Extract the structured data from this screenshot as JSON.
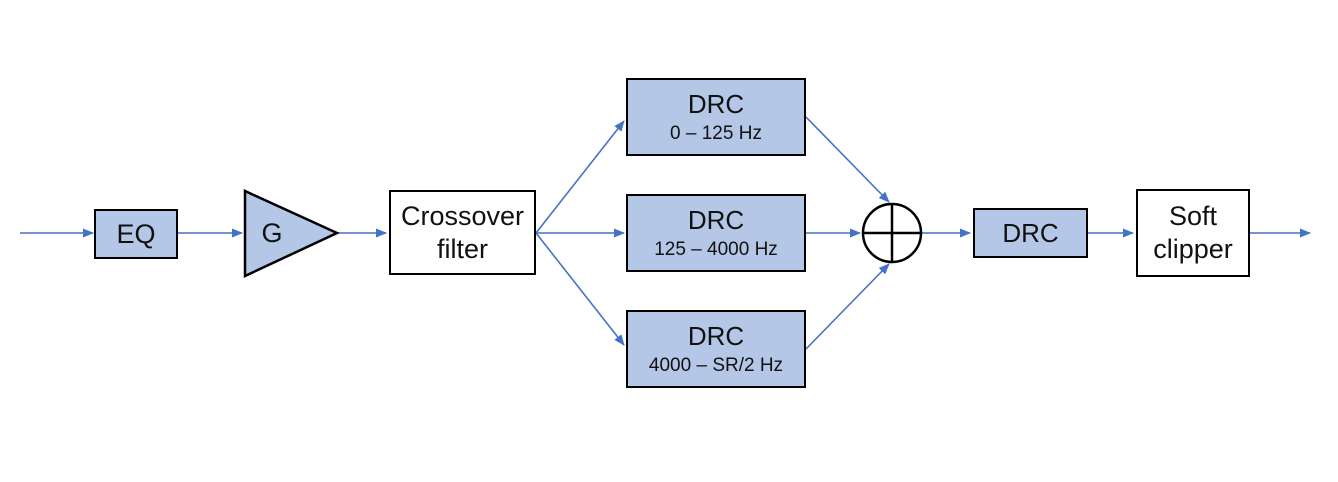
{
  "diagram": {
    "nodes": {
      "eq": {
        "label": "EQ"
      },
      "gain": {
        "label": "G",
        "shape": "triangle"
      },
      "crossover_filter": {
        "line1": "Crossover",
        "line2": "filter"
      },
      "drc_low": {
        "title": "DRC",
        "band": "0 – 125 Hz"
      },
      "drc_mid": {
        "title": "DRC",
        "band": "125 – 4000 Hz"
      },
      "drc_high": {
        "title": "DRC",
        "band": "4000 – SR/2 Hz"
      },
      "summing_node": {
        "icon": "circled-plus"
      },
      "post_drc": {
        "label": "DRC"
      },
      "soft_clipper": {
        "line1": "Soft",
        "line2": "clipper"
      }
    },
    "edges": [
      {
        "from": "input",
        "to": "eq"
      },
      {
        "from": "eq",
        "to": "gain"
      },
      {
        "from": "gain",
        "to": "crossover_filter"
      },
      {
        "from": "crossover_filter",
        "to": "drc_low"
      },
      {
        "from": "crossover_filter",
        "to": "drc_mid"
      },
      {
        "from": "crossover_filter",
        "to": "drc_high"
      },
      {
        "from": "drc_low",
        "to": "summing_node"
      },
      {
        "from": "drc_mid",
        "to": "summing_node"
      },
      {
        "from": "drc_high",
        "to": "summing_node"
      },
      {
        "from": "summing_node",
        "to": "post_drc"
      },
      {
        "from": "post_drc",
        "to": "soft_clipper"
      },
      {
        "from": "soft_clipper",
        "to": "output"
      }
    ],
    "colors": {
      "node_fill": "#B4C7E7",
      "node_border": "#000000",
      "arrow": "#4472C4",
      "background": "#FFFFFF"
    }
  }
}
